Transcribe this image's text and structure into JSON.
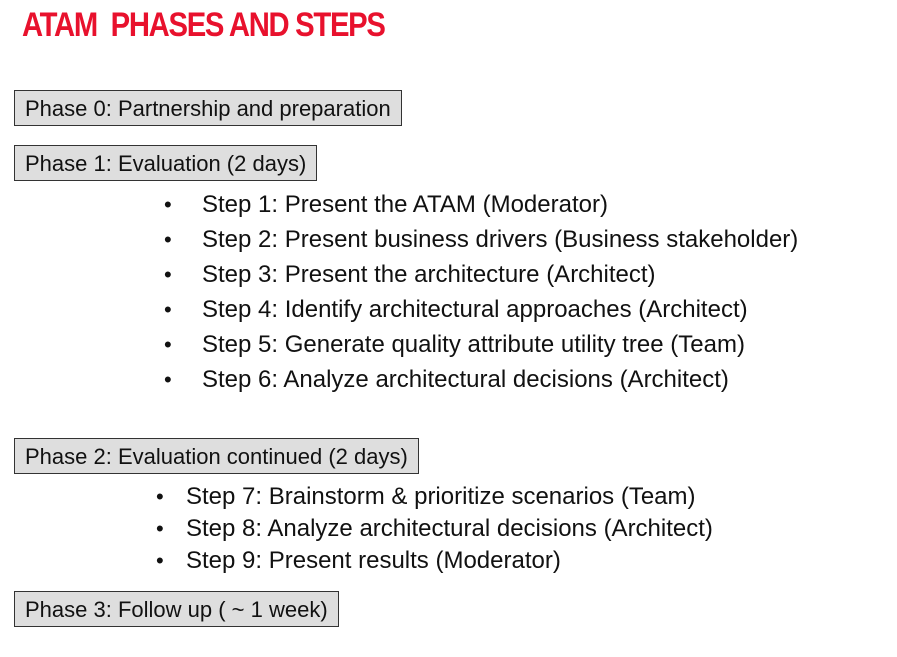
{
  "title": "ATAM  PHASES AND STEPS",
  "title_color": "#e8112d",
  "bullet_char": "•",
  "phases": [
    {
      "label": "Phase 0: Partnership and preparation",
      "steps": []
    },
    {
      "label": "Phase 1: Evaluation (2 days)",
      "steps": [
        "Step 1: Present the ATAM (Moderator)",
        "Step 2: Present business drivers (Business stakeholder)",
        "Step 3: Present the architecture (Architect)",
        "Step 4: Identify architectural approaches (Architect)",
        "Step 5: Generate quality attribute utility tree (Team)",
        "Step 6: Analyze architectural decisions (Architect)"
      ]
    },
    {
      "label": "Phase 2: Evaluation continued (2 days)",
      "steps": [
        "Step 7: Brainstorm & prioritize scenarios (Team)",
        "Step 8: Analyze architectural decisions (Architect)",
        "Step 9: Present results (Moderator)"
      ]
    },
    {
      "label": "Phase 3: Follow up ( ~ 1 week)",
      "steps": []
    }
  ]
}
